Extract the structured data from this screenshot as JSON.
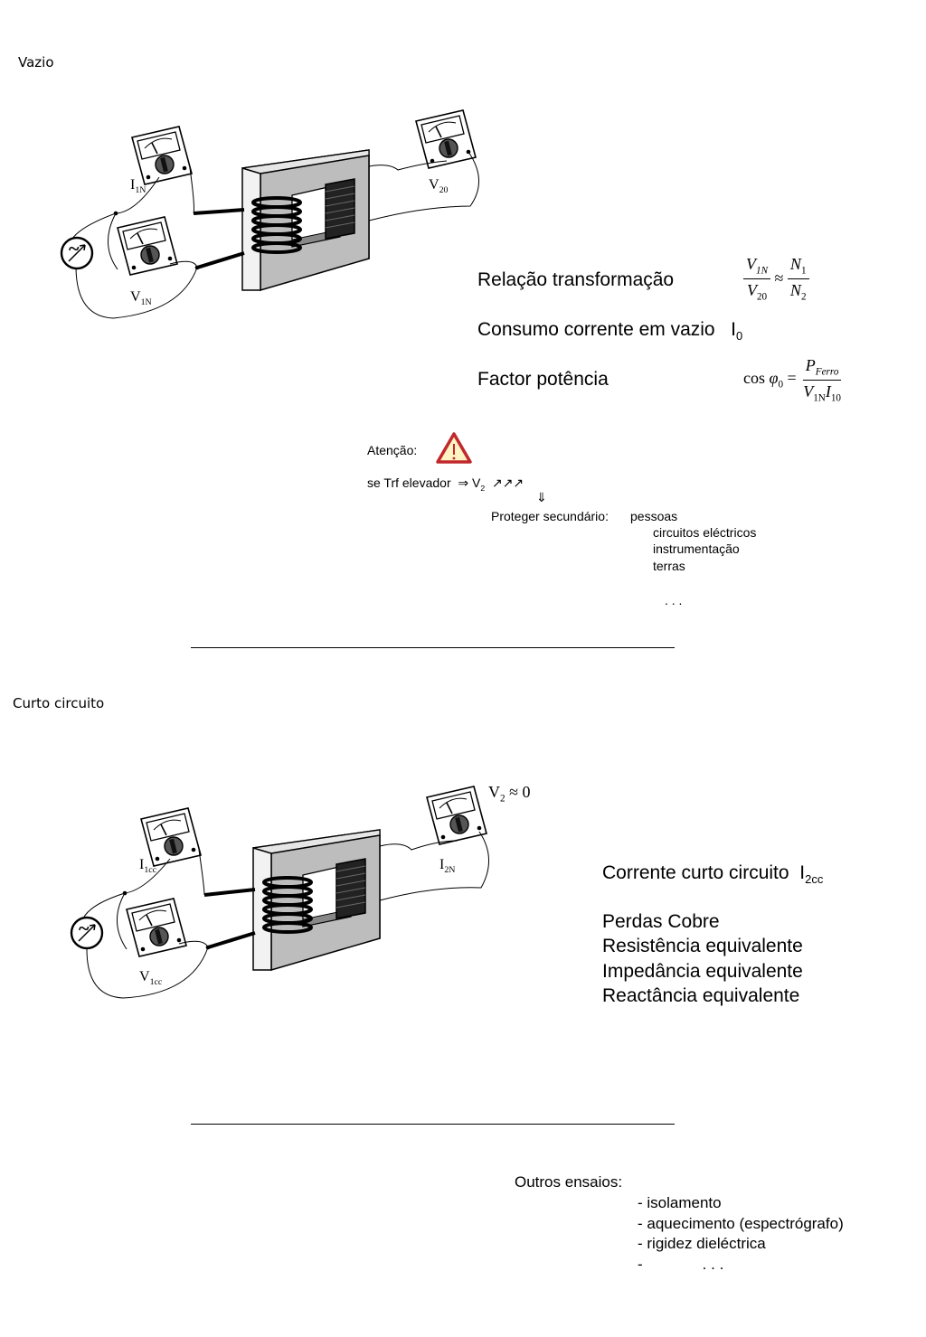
{
  "section1": {
    "heading": "Vazio",
    "diagram_labels": {
      "i1n": {
        "main": "I",
        "sub": "1N"
      },
      "v20": {
        "main": "V",
        "sub": "20"
      },
      "v1n": {
        "main": "V",
        "sub": "1N"
      },
      "source": "~"
    },
    "relacao": {
      "label": "Relação transformação",
      "num_main": "V",
      "num_sub": "1N",
      "den_main": "V",
      "den_sub": "20",
      "approx": "≈",
      "num2_main": "N",
      "num2_sub": "1",
      "den2_main": "N",
      "den2_sub": "2"
    },
    "consumo": {
      "label": "Consumo corrente em vazio",
      "sym_main": "I",
      "sym_sub": "0"
    },
    "factor": {
      "label": "Factor potência",
      "lhs": "cos",
      "phi": "φ",
      "phi_sub": "0",
      "eq": "=",
      "num_main": "P",
      "num_sub": "Ferro",
      "den_main1": "V",
      "den_sub1": "1N",
      "den_main2": "I",
      "den_sub2": "10"
    },
    "atencao": "Atenção:",
    "warning_icon": "warning-triangle-icon",
    "elevador": {
      "text": "se Trf elevador",
      "implies": "⇒",
      "v_main": "V",
      "v_sub": "2",
      "arrows": "↗↗↗",
      "down": "⇓"
    },
    "proteger": {
      "label": "Proteger secundário:",
      "items": [
        "pessoas",
        "circuitos eléctricos",
        "instrumentação",
        "terras"
      ],
      "ellipsis": ". . ."
    }
  },
  "section2": {
    "heading": "Curto circuito",
    "diagram_labels": {
      "i1cc": {
        "main": "I",
        "sub": "1cc"
      },
      "i2n": {
        "main": "I",
        "sub": "2N"
      },
      "v1cc": {
        "main": "V",
        "sub": "1cc"
      },
      "v2": {
        "main": "V",
        "sub": "2",
        "rest": " ≈ 0"
      },
      "source": "~"
    },
    "corrente": {
      "label": "Corrente curto circuito",
      "sym_main": "I",
      "sym_sub": "2cc"
    },
    "lines": [
      "Perdas Cobre",
      "Resistência equivalente",
      "Impedância equivalente",
      "Reactância equivalente"
    ]
  },
  "outros": {
    "label": "Outros ensaios:",
    "items": [
      "- isolamento",
      "- aquecimento (espectrógrafo)",
      "- rigidez dieléctrica"
    ],
    "last_dash": "-",
    "last_ellipsis": ". . ."
  },
  "colors": {
    "warning_red": "#c0282d",
    "warning_fill": "#fff4c2"
  }
}
